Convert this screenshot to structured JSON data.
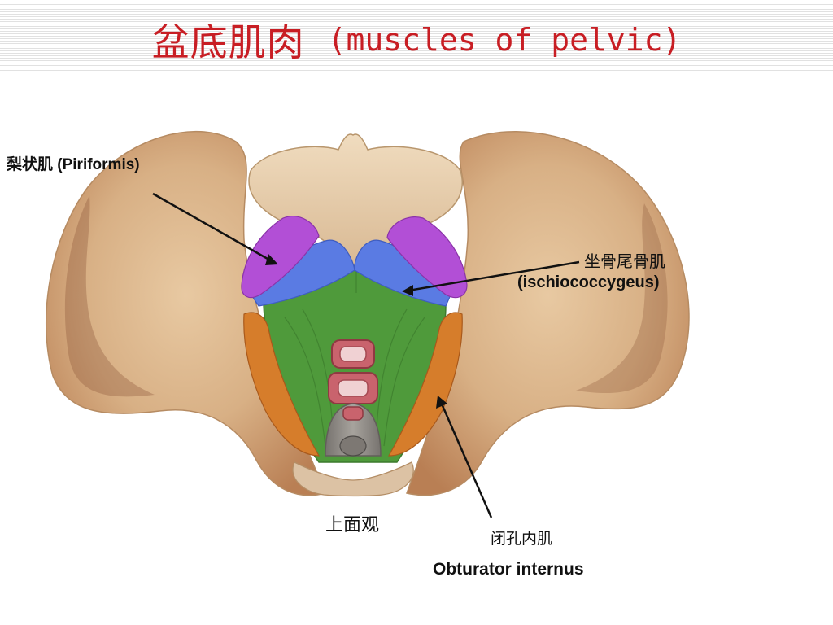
{
  "title": {
    "chinese": "盆底肌肉",
    "english": "(muscles of pelvic)"
  },
  "labels": {
    "piriformis": "梨状肌 (Piriformis)",
    "ischiococcygeus_cn": "坐骨尾骨肌",
    "ischiococcygeus_en": "(ischiococcygeus)",
    "superior_view": "上面观",
    "obturator_internus_cn": "闭孔内肌",
    "obturator_internus_en": "Obturator internus"
  },
  "colors": {
    "title": "#c81e24",
    "bone": "#dab38a",
    "piriformis": "#b24fd6",
    "ischiococcygeus": "#5a7be3",
    "levator_ani": "#4f9a3b",
    "obturator_internus": "#d67d2b",
    "rectum": "#8c8781"
  }
}
